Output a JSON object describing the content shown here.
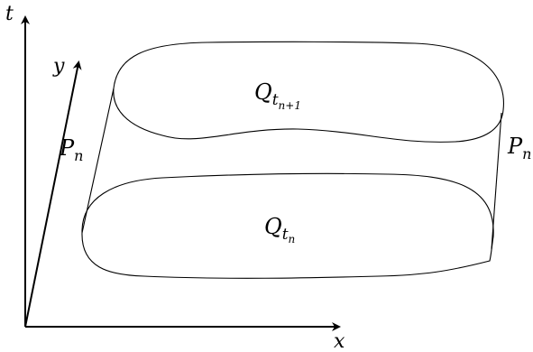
{
  "axes": {
    "t": "t",
    "x": "x",
    "y": "y"
  },
  "labels": {
    "upper_region_base": "Q",
    "upper_region_sub_base": "t",
    "upper_region_sub_sub": "n+1",
    "lower_region_base": "Q",
    "lower_region_sub_base": "t",
    "lower_region_sub_sub": "n",
    "left_face_base": "P",
    "left_face_sub": "n",
    "right_face_base": "P",
    "right_face_sub": "n"
  }
}
